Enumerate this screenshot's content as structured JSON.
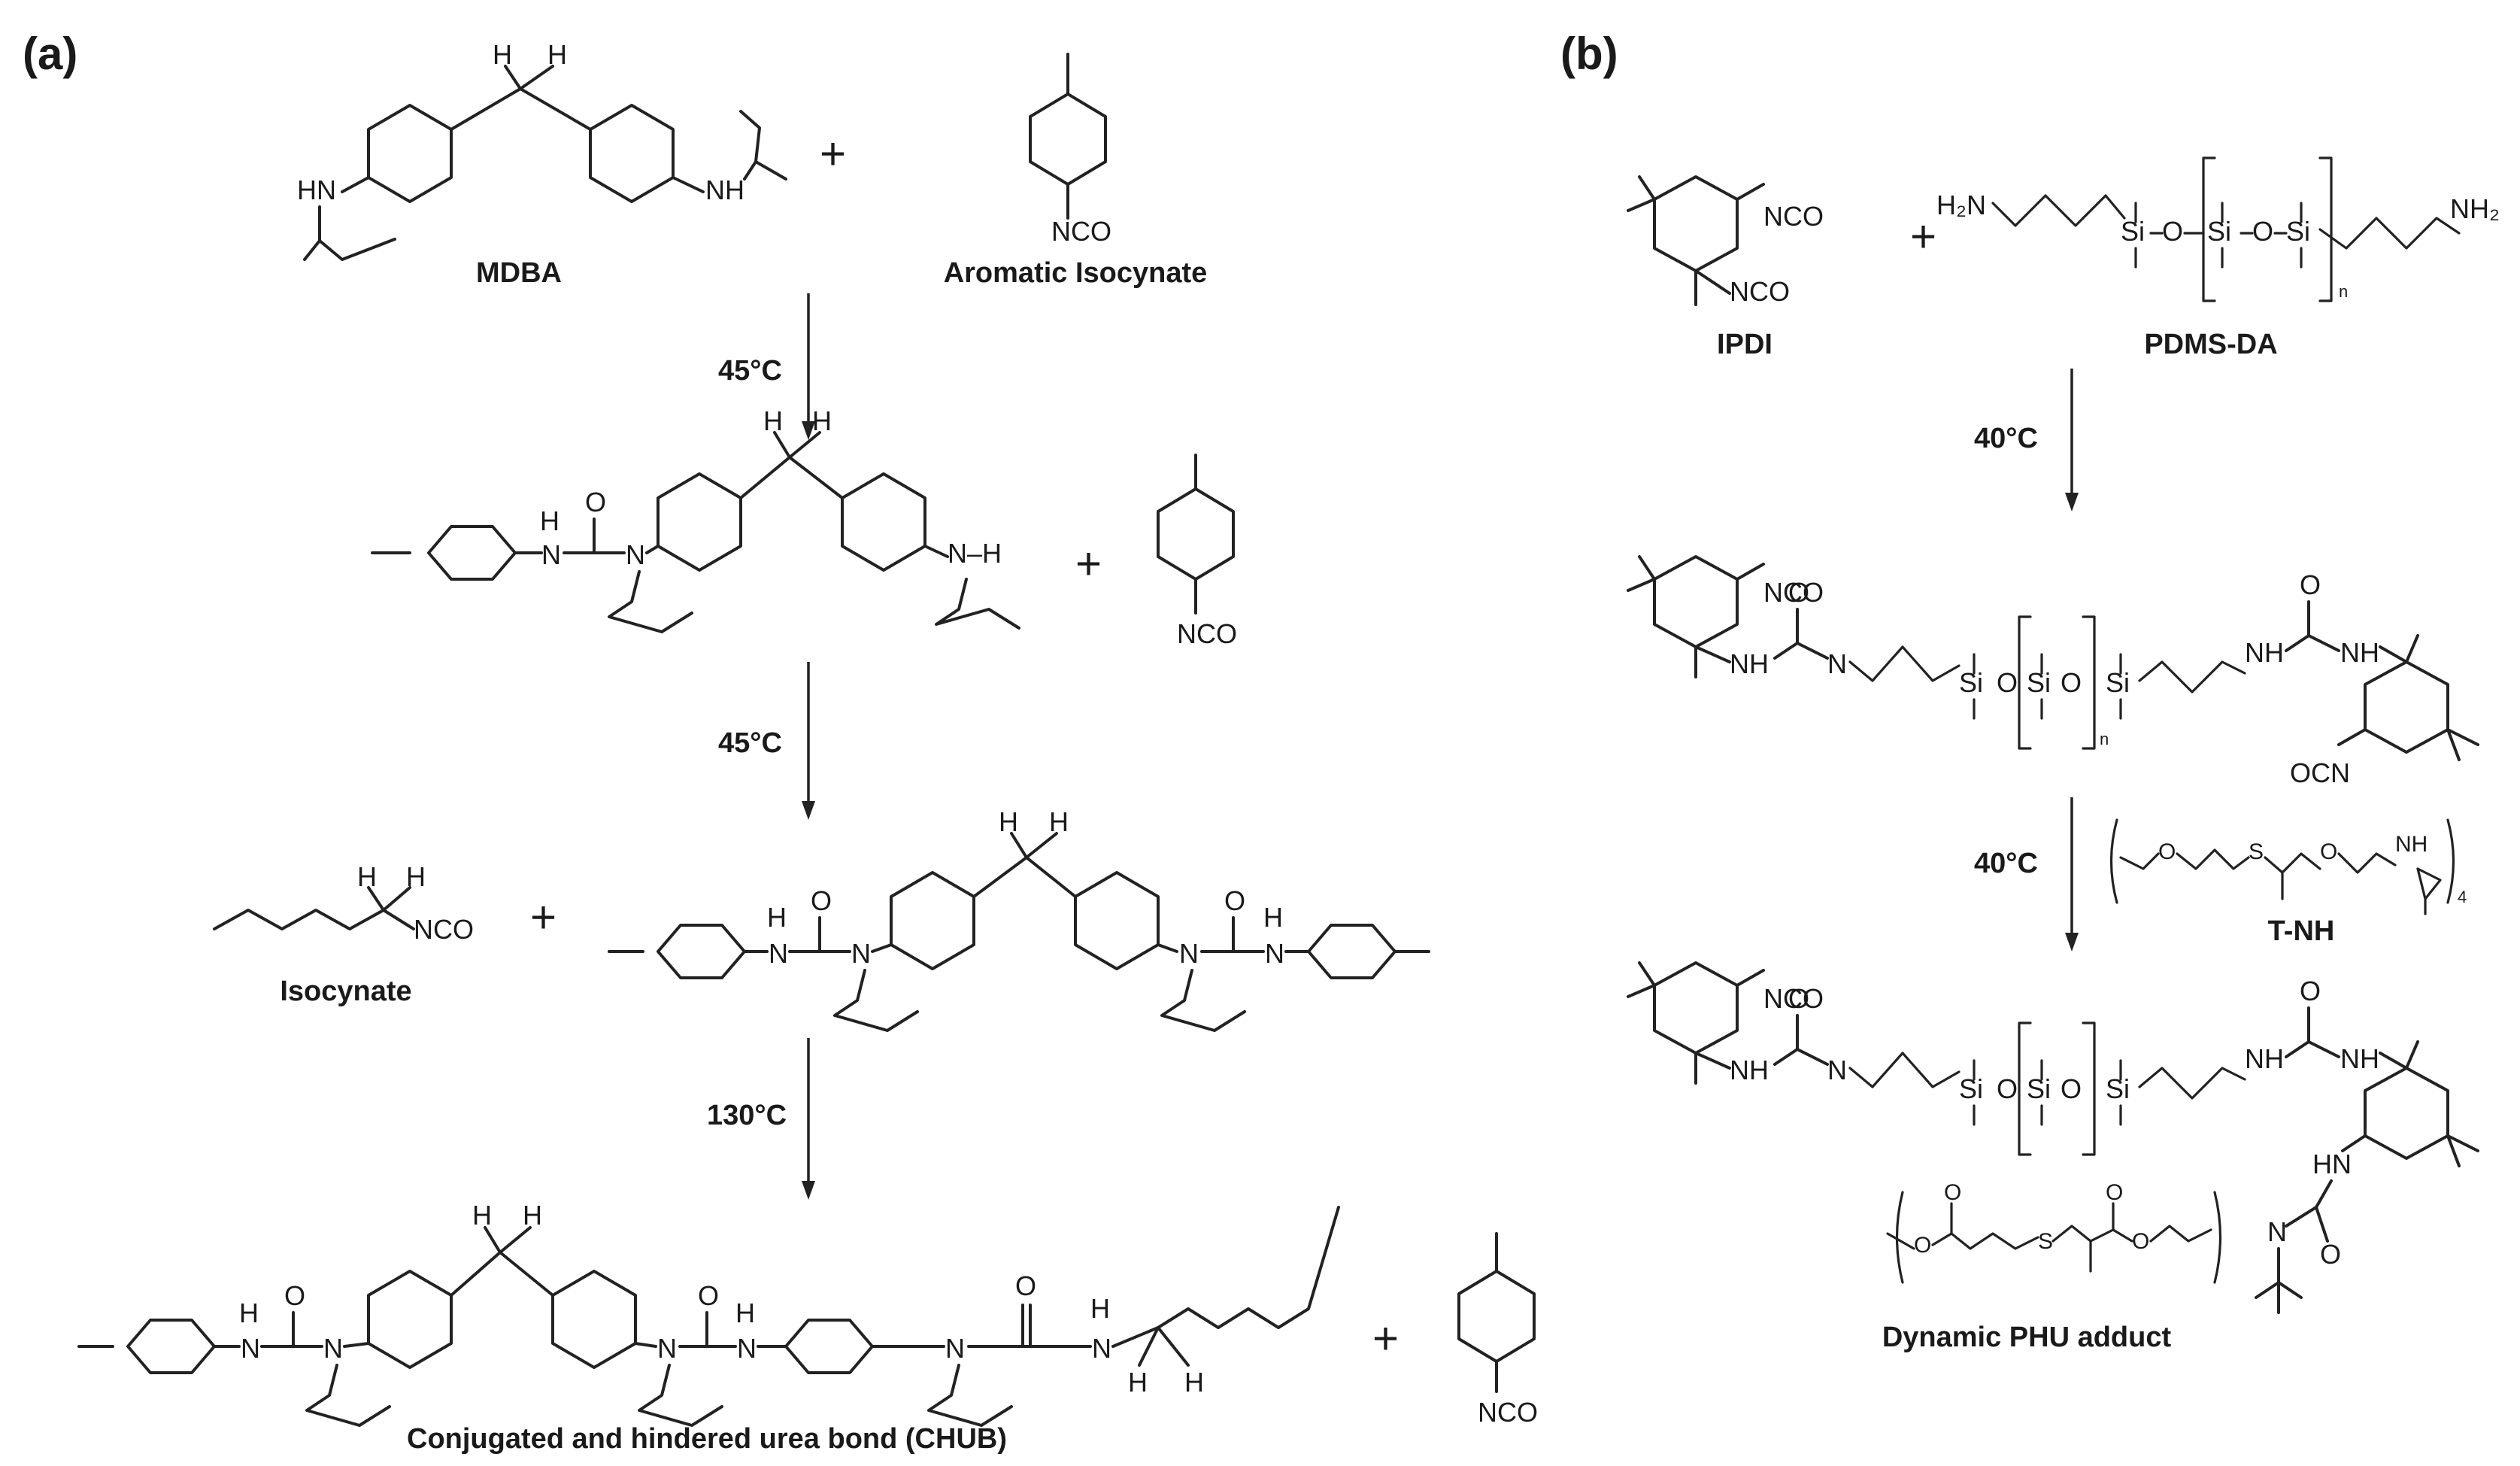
{
  "panels": {
    "a": "(a)",
    "b": "(b)"
  },
  "panel_a": {
    "labels": {
      "mdba": "MDBA",
      "aromatic_isocyanate": "Aromatic Isocynate",
      "isocyanate": "Isocynate",
      "product": "Conjugated and hindered urea bond (CHUB)"
    },
    "conditions": [
      "45°C",
      "45°C",
      "130°C"
    ],
    "atoms": {
      "h": "H",
      "hn": "HN",
      "nh": "NH",
      "n": "N",
      "o": "O",
      "nco": "NCO",
      "n_h": "N–H"
    },
    "plus": "+"
  },
  "panel_b": {
    "labels": {
      "ipdi": "IPDI",
      "pdms_da": "PDMS-DA",
      "t_nh": "T-NH",
      "adduct": "Dynamic PHU adduct"
    },
    "conditions": [
      "40°C",
      "40°C"
    ],
    "atoms": {
      "nco": "NCO",
      "ocn": "OCN",
      "h2n": "H₂N",
      "nh2": "NH₂",
      "si": "Si",
      "o": "O",
      "nh": "NH",
      "hn": "HN",
      "n": "N",
      "s": "S",
      "n_sub": "n",
      "four_sub": "4"
    },
    "plus": "+"
  }
}
